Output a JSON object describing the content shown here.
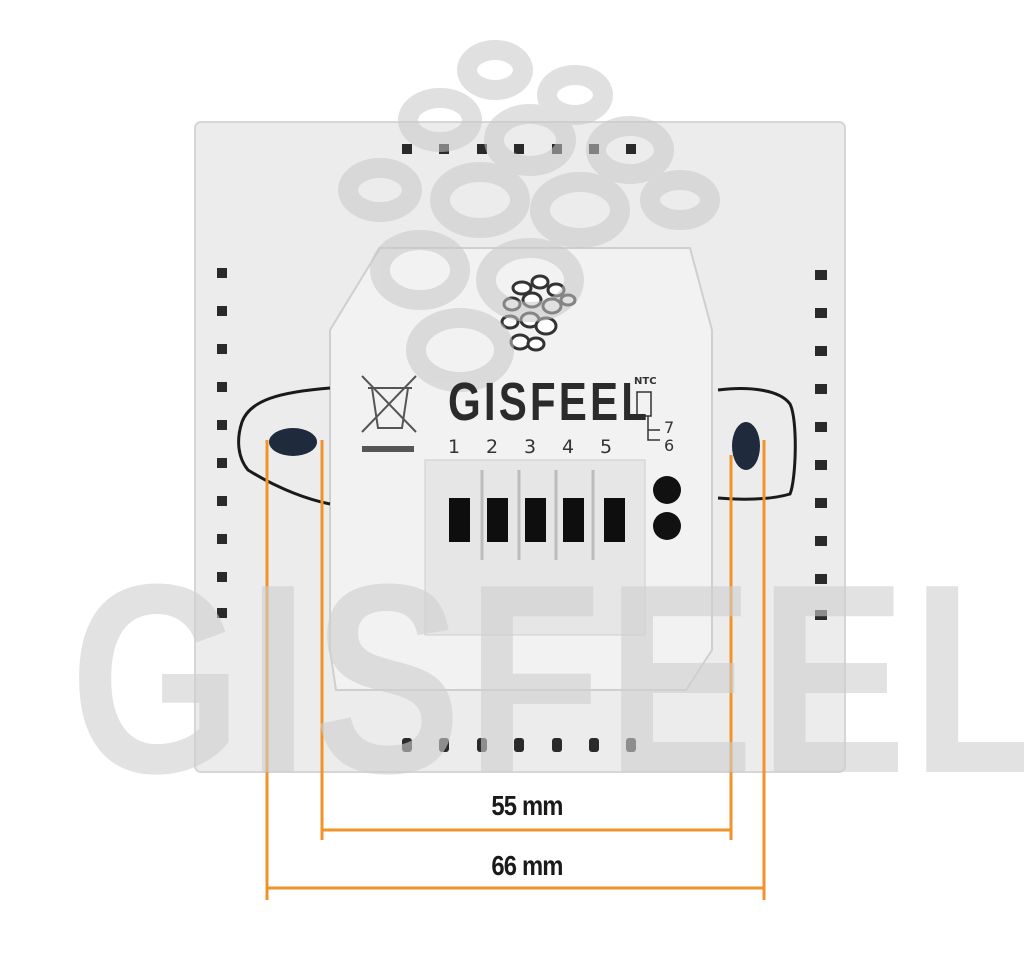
{
  "image": {
    "subject": "thermostat back panel",
    "watermark_text": "GISFEEL",
    "brand_label": "GISFEEL",
    "terminal_numbers": [
      "1",
      "2",
      "3",
      "4",
      "5"
    ],
    "ntc": {
      "label": "NTC",
      "terminals": [
        "7",
        "6"
      ]
    },
    "dimensions": {
      "inner": "55 mm",
      "outer": "66 mm"
    },
    "colors": {
      "panel": "#ececec",
      "panel_edge": "#d6d6d6",
      "dimension_line": "#f0932b",
      "mount_hole": "#1f2a3c",
      "watermark": "#cfcfcf"
    }
  }
}
